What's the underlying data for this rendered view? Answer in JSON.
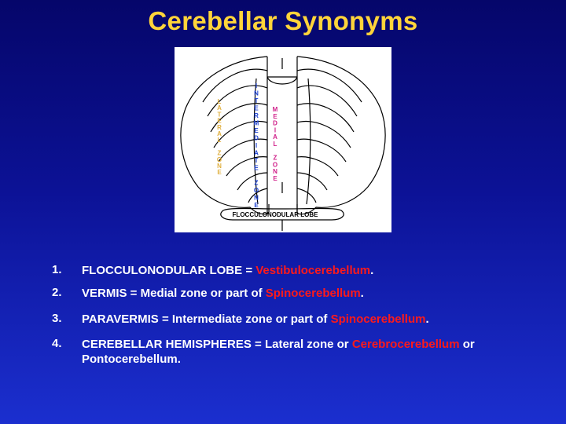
{
  "title": "Cerebellar Synonyms",
  "diagram": {
    "lateral": [
      "L",
      "A",
      "T",
      "E",
      "R",
      "A",
      "L",
      "",
      "Z",
      "O",
      "N",
      "E"
    ],
    "intermediate": [
      "I",
      "N",
      "T",
      "E",
      "R",
      "M",
      "E",
      "D",
      "I",
      "A",
      "T",
      "E",
      "",
      "Z",
      "O",
      "N",
      "E"
    ],
    "medial": [
      "M",
      "E",
      "D",
      "I",
      "A",
      "L",
      "",
      "Z",
      "O",
      "N",
      "E"
    ],
    "lobe_label": "FLOCCULONODULAR LOBE",
    "colors": {
      "lateral": "#e0b040",
      "intermediate": "#1a3fd0",
      "medial": "#d0208a",
      "lines": "#000000"
    }
  },
  "items": [
    {
      "num": "1.",
      "text_a": "FLOCCULONODULAR LOBE = ",
      "text_red": "Vestibulocerebellum",
      "text_b": "."
    },
    {
      "num": "2.",
      "text_a": "VERMIS = Medial zone or part of ",
      "text_red": "Spinocerebellum",
      "text_b": "."
    },
    {
      "num": "3.",
      "text_a": "PARAVERMIS = Intermediate zone or part of ",
      "text_red": "Spinocerebellum",
      "text_b": "."
    },
    {
      "num": "4.",
      "text_a": "CEREBELLAR HEMISPHERES = Lateral zone or ",
      "text_red": "Cerebrocerebellum",
      "text_b": " or Pontocerebellum."
    }
  ]
}
